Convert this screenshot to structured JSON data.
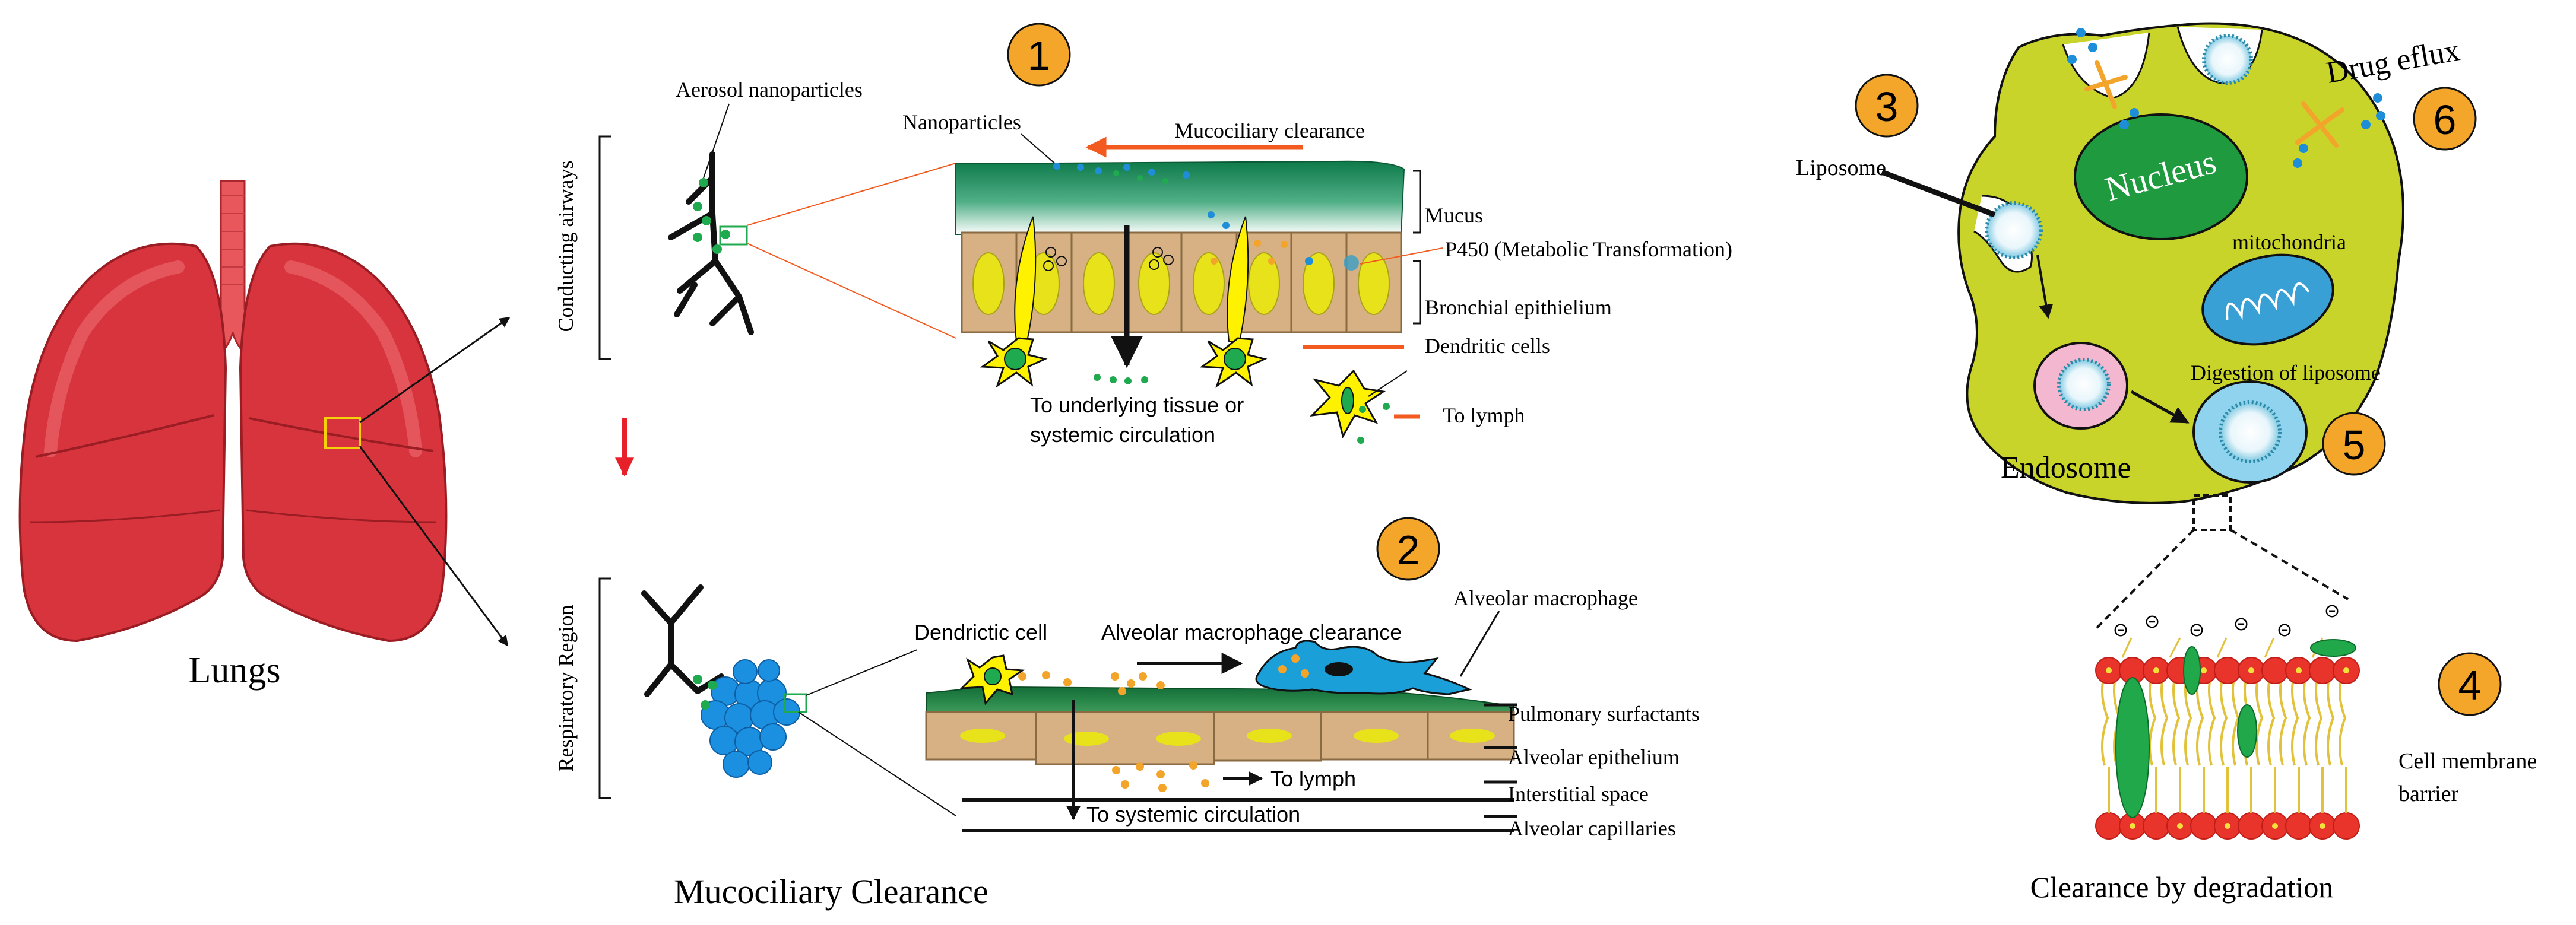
{
  "lungs": {
    "caption": "Lungs"
  },
  "airways": {
    "conducting_label": "Conducting airways",
    "respiratory_label": "Respiratory Region",
    "aerosol_label": "Aerosol nanoparticles"
  },
  "panel1": {
    "step": "1",
    "nanoparticles": "Nanoparticles",
    "mucociliary_clearance": "Mucociliary clearance",
    "mucus": "Mucus",
    "p450": "P450 (Metabolic Transformation)",
    "bronchial_epithelium": "Bronchial epithielium",
    "dendritic_cells": "Dendritic cells",
    "to_lymph": "To lymph",
    "underlying_line1": "To underlying tissue or",
    "underlying_line2": "systemic circulation"
  },
  "panel2": {
    "step": "2",
    "dendritic_cell": "Dendrictic cell",
    "macrophage_clearance": "Alveolar macrophage clearance",
    "alveolar_macrophage": "Alveolar macrophage",
    "pulmonary_surfactants": "Pulmonary surfactants",
    "alveolar_epithelium": "Alveolar epithelium",
    "interstitial_space": "Interstitial space",
    "alveolar_capillaries": "Alveolar capillaries",
    "to_lymph": "To lymph",
    "to_systemic": "To systemic circulation"
  },
  "mucociliary_caption": "Mucociliary Clearance",
  "cell": {
    "step3": "3",
    "step4": "4",
    "step5": "5",
    "step6": "6",
    "liposome": "Liposome",
    "nucleus": "Nucleus",
    "mitochondria": "mitochondria",
    "digestion": "Digestion of liposome",
    "endosome": "Endosome",
    "drug_efflux": "Drug eflux",
    "membrane_line1": "Cell membrane",
    "membrane_line2": "barrier",
    "clearance_degradation": "Clearance by degradation",
    "charge_symbol": "⊝"
  },
  "colors": {
    "lung": "#d8343d",
    "lung_light": "#e8575c",
    "cytoplasm": "#c9d42b",
    "nucleus": "#1f9a3f",
    "mitochondria": "#39a0d6",
    "endosome": "#f3b7cf",
    "step_circle": "#f4a62a",
    "orange_arrow": "#f25a1f",
    "red_arrow": "#e8202a",
    "macrophage": "#1a9fd8",
    "alveoli": "#1b8fe0",
    "tissue": "#d7b184",
    "cilia": "#ffe600",
    "mucus_green": "#1f8a52",
    "particle_green": "#1faa4f",
    "particle_blue": "#1e8ed8",
    "particle_orange": "#f2a52a",
    "membrane_red": "#e8342a",
    "tail_yellow": "#e2c23a",
    "protein_green": "#20a84a"
  }
}
